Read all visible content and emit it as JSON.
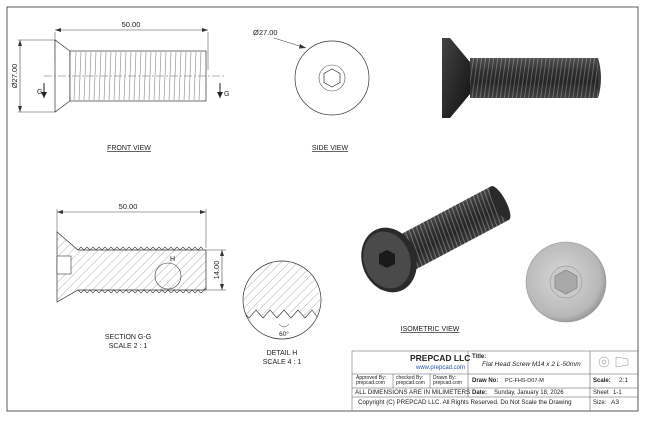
{
  "views": {
    "front": {
      "label": "FRONT VIEW",
      "dim_length": "50.00",
      "dim_diameter": "Ø27.00",
      "section_mark_left": "G",
      "section_mark_right": "G"
    },
    "side": {
      "label": "SIDE VIEW",
      "dim_diameter": "Ø27.00"
    },
    "section": {
      "label_line1": "SECTION G-G",
      "label_line2": "SCALE 2 : 1",
      "dim_length": "50.00",
      "dim_height": "14.00",
      "detail_mark": "H"
    },
    "detail": {
      "label_line1": "DETAIL H",
      "label_line2": "SCALE 4 : 1",
      "angle": "60°"
    },
    "isometric": {
      "label": "ISOMETRIC VIEW"
    }
  },
  "title_block": {
    "company": "PREPCAD LLC",
    "website": "www.prepcad.com",
    "title_label": "Title:",
    "title": "Flat Head Screw M14 x 2 L-50mm",
    "approved_label": "Approved By:",
    "approved_value": "prepcad.com",
    "checked_label": "checked By:",
    "checked_value": "prepcad.com",
    "drawn_label": "Drawn By:",
    "drawn_value": "prepcad.com",
    "drawno_label": "Draw No:",
    "drawno_value": "PC-FHS-D07-M",
    "scale_label": "Scale:",
    "scale_value": "2:1",
    "dims_note": "ALL DIMENSIONS ARE IN MILIMETERS",
    "date_label": "Date:",
    "date_value": "Sunday, January 18, 2026",
    "sheet_label": "Sheet",
    "sheet_value": "1-1",
    "copyright": "Copyright (C)  PREPCAD LLC. All Rights Reserved. Do Not Scale the Drawing",
    "size_label": "Size:",
    "size_value": "A3"
  }
}
